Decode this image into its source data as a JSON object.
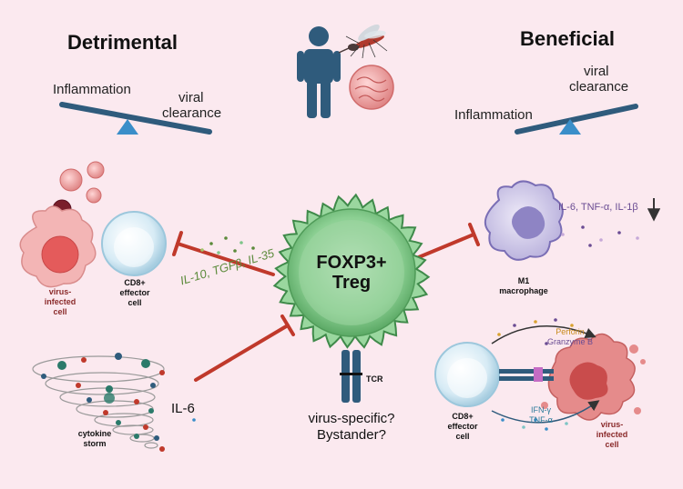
{
  "headings": {
    "left": "Detrimental",
    "right": "Beneficial"
  },
  "left_seesaw": {
    "high": "Inflammation",
    "low_line1": "viral",
    "low_line2": "clearance"
  },
  "right_seesaw": {
    "high_line1": "viral",
    "high_line2": "clearance",
    "low": "Inflammation"
  },
  "treg": {
    "line1": "FOXP3+",
    "line2": "Treg",
    "tcr": "TCR"
  },
  "question": {
    "line1": "virus-specific?",
    "line2": "Bystander?"
  },
  "left_cells": {
    "infected_line1": "virus-",
    "infected_line2": "infected",
    "infected_line3": "cell",
    "cd8_line1": "CD8+",
    "cd8_line2": "effector",
    "cd8_line3": "cell"
  },
  "cytokines_left": "IL-10, TGFβ, IL-35",
  "storm": {
    "line1": "cytokine",
    "line2": "storm",
    "il6": "IL-6"
  },
  "macrophage": {
    "line1": "M1",
    "line2": "macrophage",
    "cytokines": "IL-6, TNF-α, IL-1β"
  },
  "right_cells": {
    "perforin": "Perforin",
    "granzyme": "Granzyme B",
    "ifn": "IFN-γ",
    "tnf": "TNF-α",
    "cd8_line1": "CD8+",
    "cd8_line2": "effector",
    "cd8_line3": "cell",
    "infected_line1": "virus-",
    "infected_line2": "infected",
    "infected_line3": "cell"
  },
  "colors": {
    "background": "#fbe9ef",
    "inhibit": "#c0392b",
    "treg": "#7fc58a",
    "cytokine_text": "#5b8a3a",
    "macrophage_text": "#6a4c93"
  },
  "icons": [
    "person-icon",
    "mosquito-icon",
    "virus-icon",
    "seesaw-icon",
    "cell-icon",
    "macrophage-icon",
    "tornado-icon",
    "tcr-receptor-icon"
  ]
}
